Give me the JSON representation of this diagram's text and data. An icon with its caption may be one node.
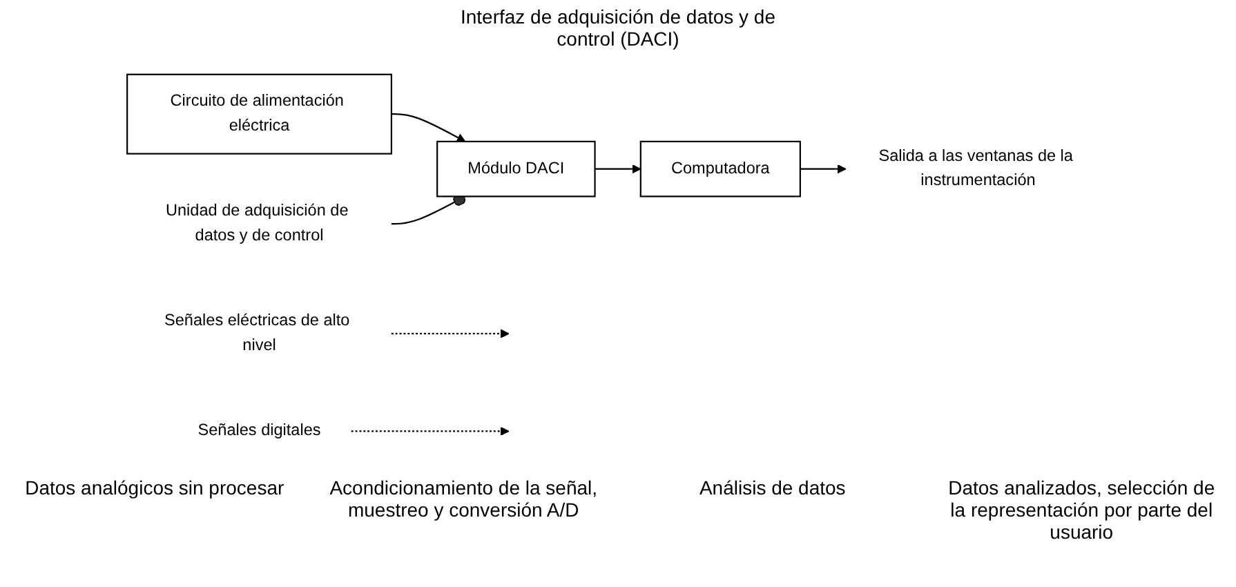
{
  "diagram": {
    "nodes": [
      {
        "text": [
          "Circuito de alimentación eléctrica"
        ]
      },
      {
        "text": [
          "Módulo DACI"
        ]
      },
      {
        "text": [
          "Computadora"
        ]
      },
      {
        "text": [
          "Salida a las ventanas de la instrumentación"
        ]
      },
      {
        "text": [
          "Señales eléctricas de alto nivel"
        ]
      },
      {
        "text": [
          "Señales digitales"
        ]
      },
      {
        "text": [
          "Unidad de adquisición de datos y de control"
        ]
      }
    ],
    "edges": [
      {
        "from": 0,
        "to": 1,
        "arrow": "to"
      },
      {
        "from": 1,
        "to": 2,
        "arrow": "to"
      },
      {
        "from": 2,
        "to": 3,
        "arrow": "to"
      },
      {
        "from": 4,
        "to": null,
        "arrow": "to",
        "style": "dashed"
      },
      {
        "from": 5,
        "to": null,
        "arrow": "to",
        "style": "dashed"
      },
      {
        "from": 6,
        "to": 1,
        "arrow": "other"
      }
    ],
    "labels": [
      "Interfaz de adquisición de datos y de control (DACI)",
      "Datos analógicos sin procesar",
      "Acondicionamiento de la señal, muestreo y conversión A/D",
      "Análisis de datos",
      "Datos analizados, selección de la representación por parte del usuario"
    ]
  }
}
